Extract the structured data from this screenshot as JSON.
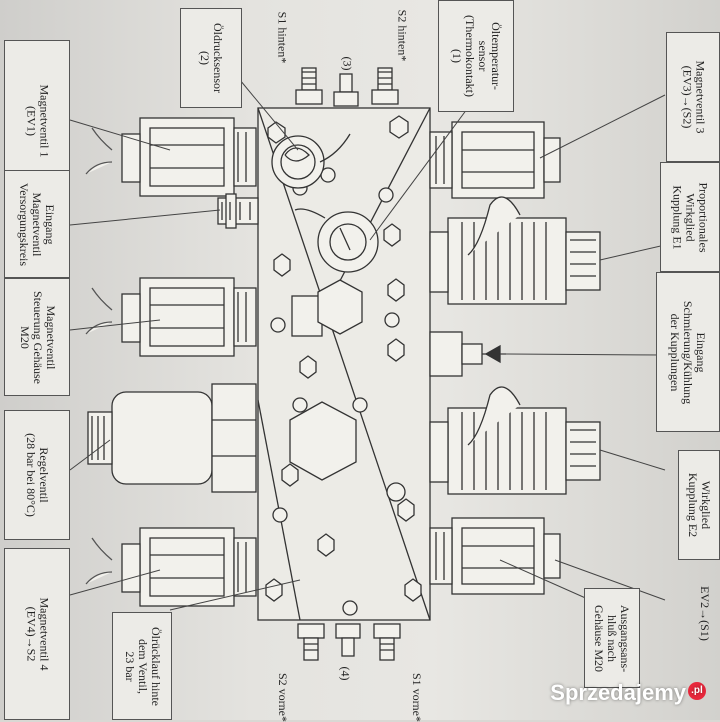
{
  "labels": {
    "magnetventil_1": "Magnetventil 1\n(EV1)",
    "eingang_versorgung": "Eingang\nMagnetventil\nVersorgungskreis",
    "magnetventil_steuerung": "Magnetventil\nSteuerung Gehäuse\nM20",
    "regelventil": "Regelventil\n(28 bar bei 80°C)",
    "magnetventil_4": "Magnetventil 4\n(EV4)→S2",
    "oeldrucksensor": "Öldrucksensor\n(2)",
    "s1_hinten": "S1 hinten*",
    "s2_hinten": "S2 hinten*",
    "port_3": "(3)",
    "oeltemperatur": "Öltemperatur-\nsensor\n(Thermokontakt)\n(1)",
    "magnetventil_3": "Magnetventil 3\n(EV3)→(S2)",
    "proportionales_e1": "Proportionales\nWirkglied\nKupplung E1",
    "eingang_schmierung": "Eingang\nSchmierung/Kühlung\nder Kupplungen",
    "wirkglied_e2": "Wirkglied\nKupplung E2",
    "ev2": "EV2→(S1)",
    "ausgangsanschluss": "Ausgangsans-\nhluß nach\nGehäuse M20",
    "s1_vorne": "S1 vorne*",
    "port_4": "(4)",
    "s2_vorne": "S2 vorne*",
    "oelruecklauf": "Ölrücklauf hinte\ndem Ventil,\n23 bar"
  },
  "watermark": {
    "brand": "Sprzedajemy",
    "suffix": ".pl"
  },
  "colors": {
    "paper": "#e6e5e1",
    "ink": "#2a2a2a",
    "wire": "#444444",
    "brand_red": "#e8283c"
  }
}
